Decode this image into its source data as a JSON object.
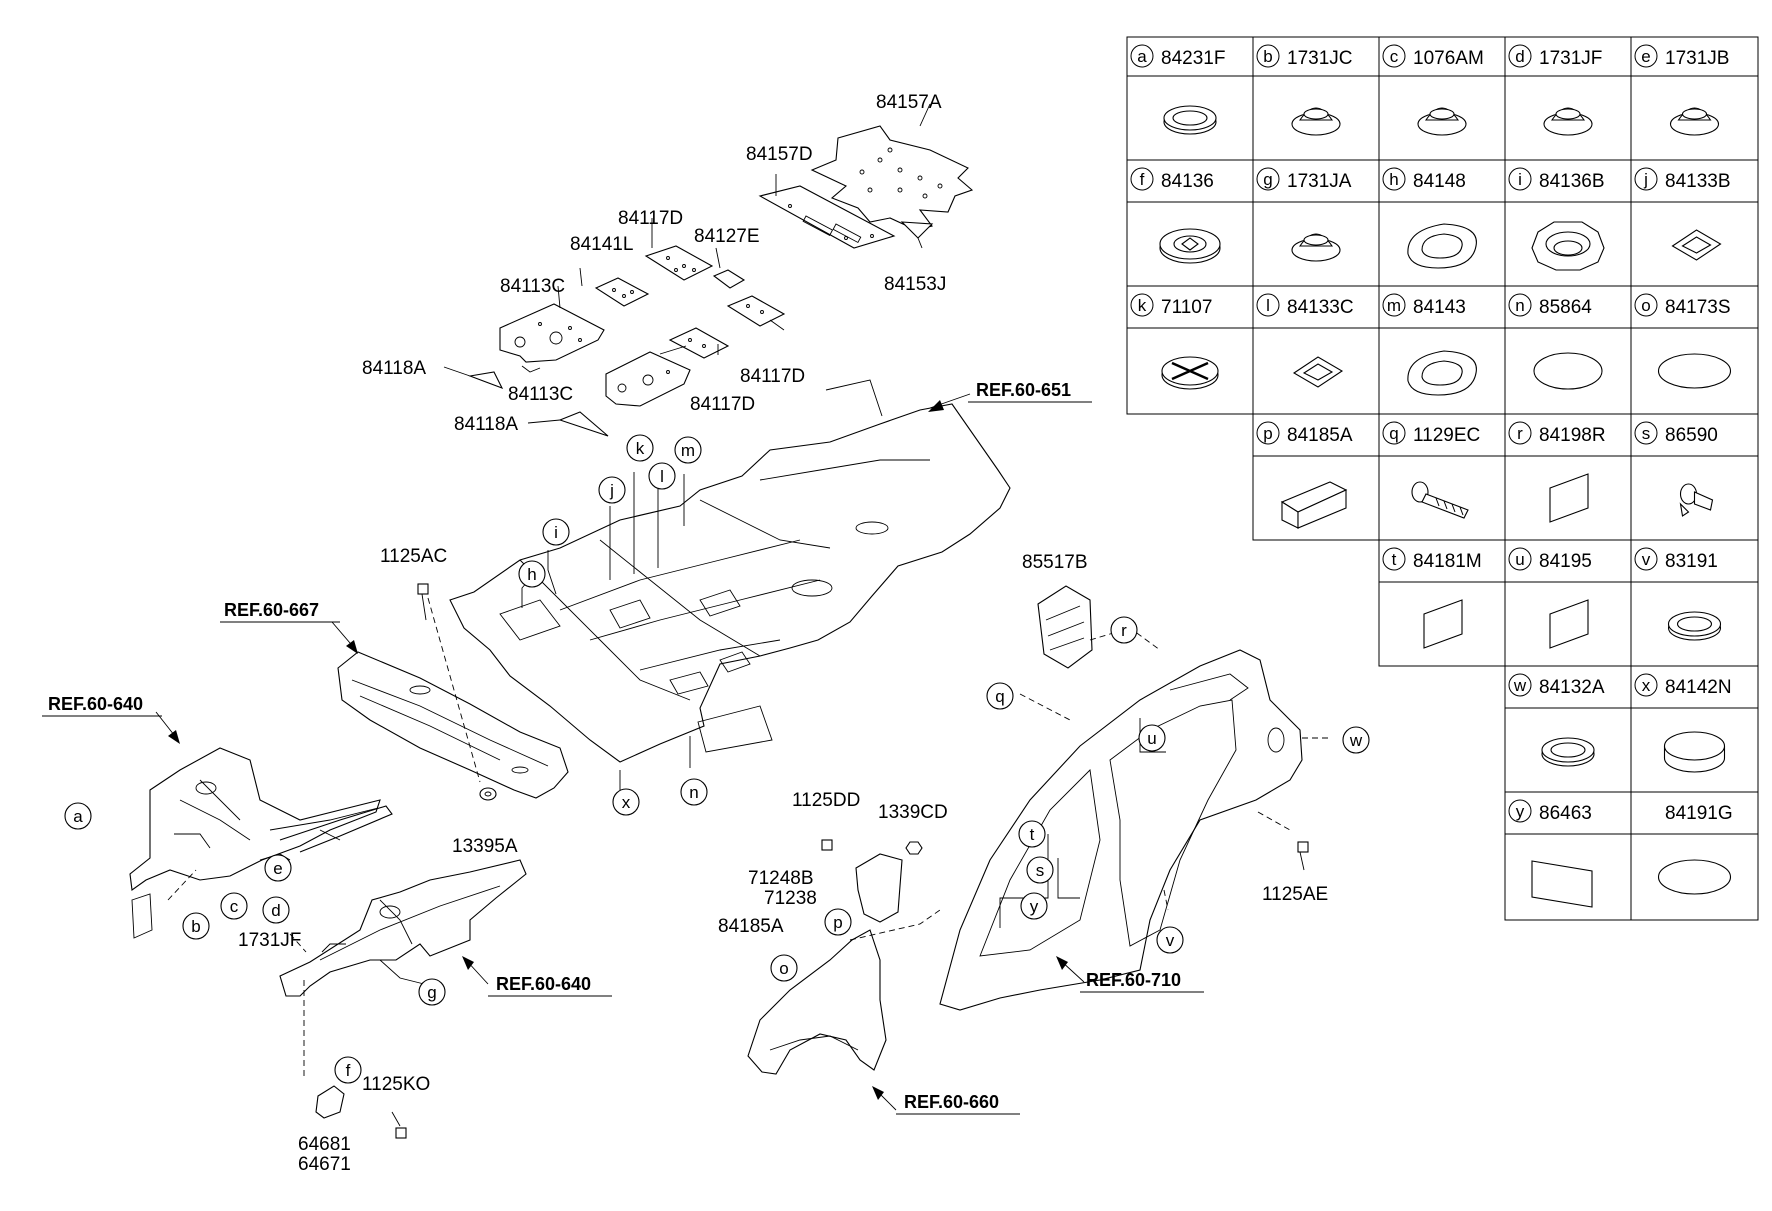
{
  "table": {
    "cells": [
      {
        "letter": "a",
        "part": "84231F",
        "icon": "grommet-round-icon"
      },
      {
        "letter": "b",
        "part": "1731JC",
        "icon": "plug-domed-icon"
      },
      {
        "letter": "c",
        "part": "1076AM",
        "icon": "plug-domed-icon"
      },
      {
        "letter": "d",
        "part": "1731JF",
        "icon": "plug-domed-icon"
      },
      {
        "letter": "e",
        "part": "1731JB",
        "icon": "plug-domed-icon"
      },
      {
        "letter": "f",
        "part": "84136",
        "icon": "plug-star-icon"
      },
      {
        "letter": "g",
        "part": "1731JA",
        "icon": "plug-domed-icon"
      },
      {
        "letter": "h",
        "part": "84148",
        "icon": "grommet-oval-icon"
      },
      {
        "letter": "i",
        "part": "84136B",
        "icon": "plug-ribbed-icon"
      },
      {
        "letter": "j",
        "part": "84133B",
        "icon": "pad-square-icon"
      },
      {
        "letter": "k",
        "part": "71107",
        "icon": "plug-cross-icon"
      },
      {
        "letter": "l",
        "part": "84133C",
        "icon": "pad-square-icon"
      },
      {
        "letter": "m",
        "part": "84143",
        "icon": "grommet-oval-icon"
      },
      {
        "letter": "n",
        "part": "85864",
        "icon": "disc-flat-icon"
      },
      {
        "letter": "o",
        "part": "84173S",
        "icon": "ellipse-flat-icon"
      },
      {
        "letter": "p",
        "part": "84185A",
        "icon": "block-foam-icon"
      },
      {
        "letter": "q",
        "part": "1129EC",
        "icon": "bolt-flange-icon"
      },
      {
        "letter": "r",
        "part": "84198R",
        "icon": "pad-rect-icon"
      },
      {
        "letter": "s",
        "part": "86590",
        "icon": "clip-push-icon"
      },
      {
        "letter": "t",
        "part": "84181M",
        "icon": "pad-rect-icon"
      },
      {
        "letter": "u",
        "part": "84195",
        "icon": "pad-rect-icon"
      },
      {
        "letter": "v",
        "part": "83191",
        "icon": "grommet-round-icon"
      },
      {
        "letter": "w",
        "part": "84132A",
        "icon": "grommet-round-icon"
      },
      {
        "letter": "x",
        "part": "84142N",
        "icon": "plug-oval-thick-icon"
      },
      {
        "letter": "y",
        "part": "86463",
        "icon": "pad-sheet-icon"
      },
      {
        "letter": "",
        "part": "84191G",
        "icon": "ellipse-flat-icon"
      }
    ]
  },
  "labels": {
    "p84157A": "84157A",
    "p84157D": "84157D",
    "p84117D_top": "84117D",
    "p84127E": "84127E",
    "p84141L": "84141L",
    "p84153J": "84153J",
    "p84113C_top": "84113C",
    "p84118A_top": "84118A",
    "p84113C_mid": "84113C",
    "p84117D_right": "84117D",
    "p84117D_bottom": "84117D",
    "p84118A_bottom": "84118A",
    "p1125AC": "1125AC",
    "p13395A": "13395A",
    "p1731JF": "1731JF",
    "p1125KO": "1125KO",
    "p64681": "64681",
    "p64671": "64671",
    "p85517B": "85517B",
    "p1125DD": "1125DD",
    "p1339CD": "1339CD",
    "p71248B": "71248B",
    "p71238": "71238",
    "p84185A": "84185A",
    "p1125AE": "1125AE"
  },
  "refs": {
    "r651": "REF.60-651",
    "r667": "REF.60-667",
    "r640_top": "REF.60-640",
    "r640_bottom": "REF.60-640",
    "r710": "REF.60-710",
    "r660": "REF.60-660"
  },
  "callouts": {
    "a": "a",
    "b": "b",
    "c": "c",
    "d": "d",
    "e": "e",
    "f": "f",
    "g": "g",
    "h": "h",
    "i": "i",
    "j": "j",
    "k": "k",
    "l": "l",
    "m": "m",
    "n": "n",
    "o": "o",
    "p": "p",
    "q": "q",
    "r": "r",
    "s": "s",
    "t": "t",
    "u": "u",
    "v": "v",
    "w": "w",
    "x": "x",
    "y": "y"
  }
}
